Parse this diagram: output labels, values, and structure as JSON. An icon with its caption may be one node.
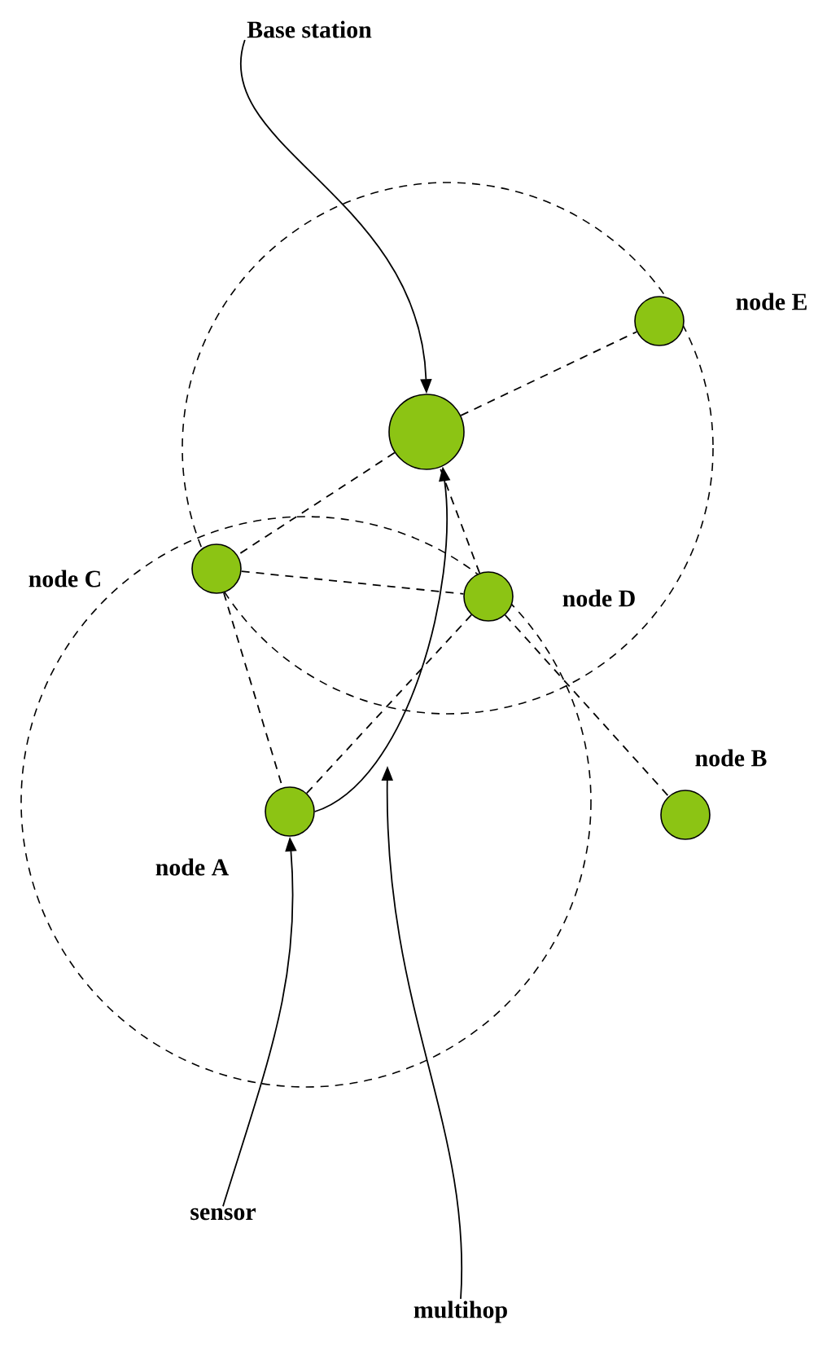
{
  "diagram": {
    "nodes": [
      {
        "text": [
          "Base station"
        ]
      },
      {
        "text": [],
        "shape": "circle"
      },
      {
        "text": [],
        "shape": "circle",
        "beside": [
          "node E"
        ]
      },
      {
        "text": [],
        "shape": "circle",
        "beside": [
          "node C"
        ]
      },
      {
        "text": [],
        "shape": "circle",
        "beside": [
          "node D"
        ]
      },
      {
        "text": [],
        "shape": "circle",
        "beside": [
          "node A"
        ]
      },
      {
        "text": [],
        "shape": "circle",
        "beside": [
          "node B"
        ]
      },
      {
        "text": [
          "sensor"
        ]
      },
      {
        "text": [
          "multihop"
        ]
      }
    ],
    "edges": [
      {
        "from": 0,
        "to": 1,
        "arrow": "to"
      },
      {
        "from": 7,
        "to": 5,
        "arrow": "to"
      },
      {
        "from": 8,
        "to": null,
        "arrow": "to"
      },
      {
        "from": 5,
        "to": 1,
        "arrow": "to"
      },
      {
        "from": 1,
        "to": 2,
        "arrow": "none",
        "style": "dashed"
      },
      {
        "from": 1,
        "to": 3,
        "arrow": "none",
        "style": "dashed"
      },
      {
        "from": 3,
        "to": 4,
        "arrow": "none",
        "style": "dashed"
      },
      {
        "from": 3,
        "to": 5,
        "arrow": "none",
        "style": "dashed"
      },
      {
        "from": 5,
        "to": 4,
        "arrow": "none",
        "style": "dashed"
      },
      {
        "from": 4,
        "to": 6,
        "arrow": "none",
        "style": "dashed"
      },
      {
        "from": 4,
        "to": 1,
        "arrow": "none",
        "style": "dashed"
      }
    ]
  }
}
